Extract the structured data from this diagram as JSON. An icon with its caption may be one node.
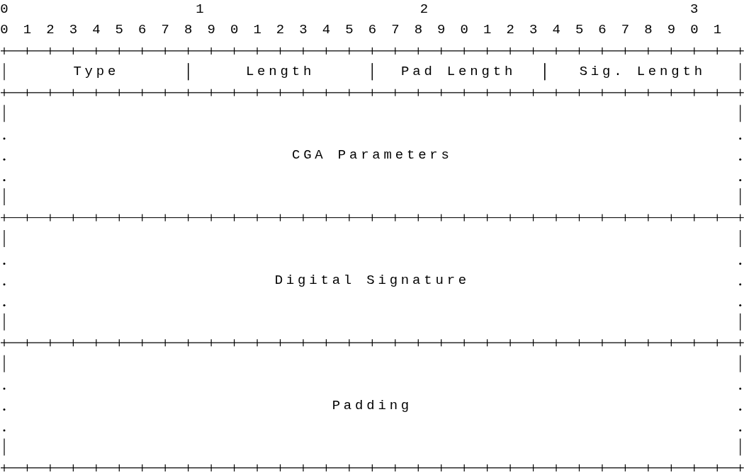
{
  "diagram": {
    "nodes": [
      {
        "text": [
          "Type"
        ]
      },
      {
        "text": [
          "Length"
        ]
      },
      {
        "text": [
          "Pad Length"
        ]
      },
      {
        "text": [
          "Sig. Length"
        ]
      },
      {
        "text": [
          "CGA Parameters"
        ]
      },
      {
        "text": [
          "Digital Signature"
        ]
      },
      {
        "text": [
          "Padding"
        ]
      }
    ],
    "edges": [],
    "labels": [
      "0",
      "1",
      "2",
      "3",
      "0 1 2 3 4 5 6 7 8 9 0 1 2 3 4 5 6 7 8 9 0 1 2 3 4 5 6 7 8 9 0 1"
    ]
  }
}
